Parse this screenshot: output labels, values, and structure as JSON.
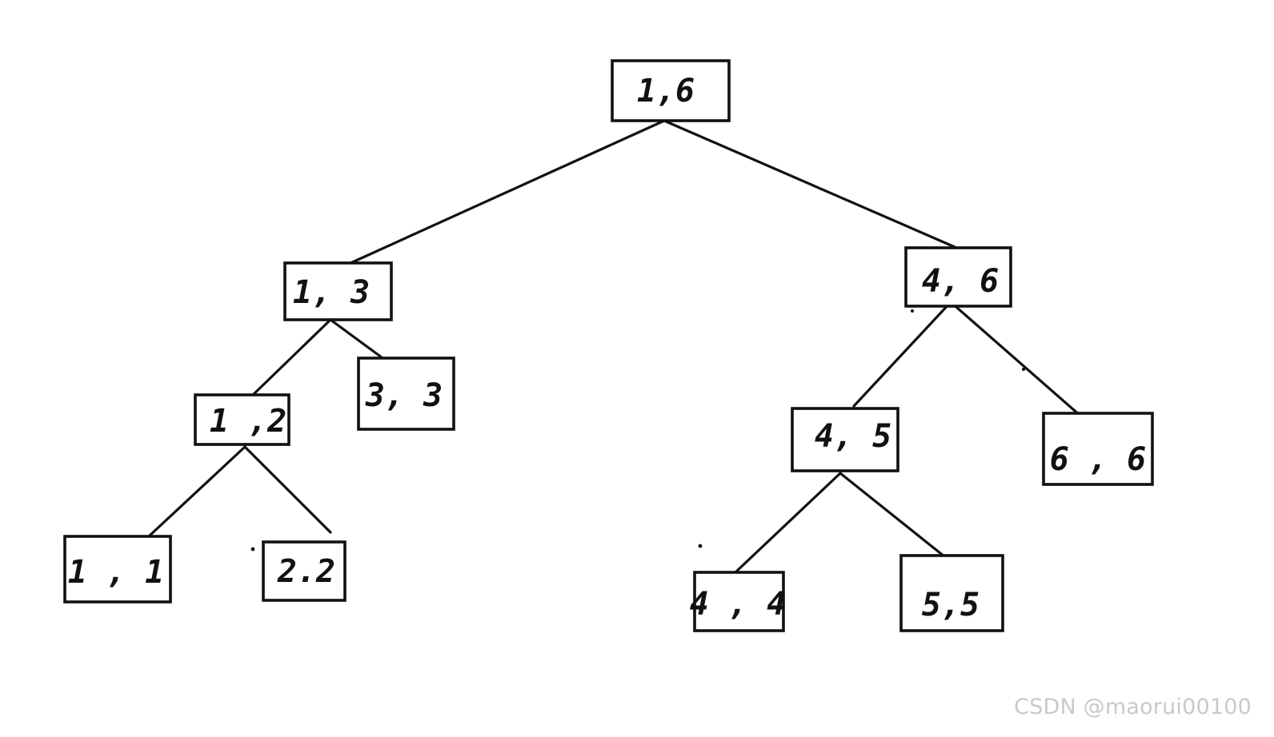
{
  "diagram": {
    "type": "segment-tree",
    "nodes": [
      {
        "id": "n16",
        "label": "1,6"
      },
      {
        "id": "n13",
        "label": "1, 3"
      },
      {
        "id": "n46",
        "label": "4, 6"
      },
      {
        "id": "n12",
        "label": "1 ,2"
      },
      {
        "id": "n33",
        "label": "3, 3"
      },
      {
        "id": "n45",
        "label": "4, 5"
      },
      {
        "id": "n66",
        "label": "6 , 6"
      },
      {
        "id": "n11",
        "label": "1 , 1"
      },
      {
        "id": "n22",
        "label": "2.2"
      },
      {
        "id": "n44",
        "label": "4 , 4"
      },
      {
        "id": "n55",
        "label": "5,5"
      }
    ],
    "edges": [
      {
        "from": "n16",
        "to": "n13"
      },
      {
        "from": "n16",
        "to": "n46"
      },
      {
        "from": "n13",
        "to": "n12"
      },
      {
        "from": "n13",
        "to": "n33"
      },
      {
        "from": "n12",
        "to": "n11"
      },
      {
        "from": "n12",
        "to": "n22"
      },
      {
        "from": "n46",
        "to": "n45"
      },
      {
        "from": "n46",
        "to": "n66"
      },
      {
        "from": "n45",
        "to": "n44"
      },
      {
        "from": "n45",
        "to": "n55"
      }
    ]
  },
  "watermark": {
    "text": "CSDN @maorui00100"
  }
}
